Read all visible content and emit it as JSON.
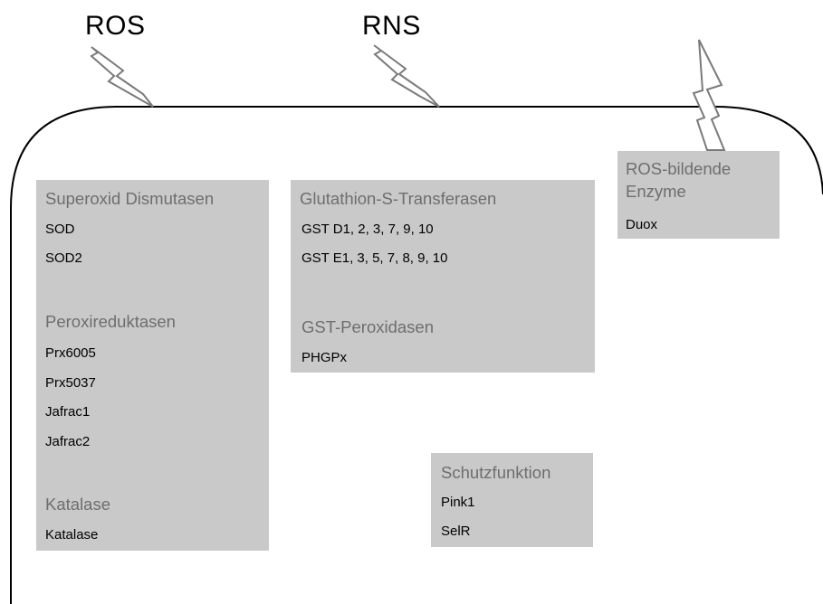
{
  "stimuli": {
    "ros_label": "ROS",
    "rns_label": "RNS"
  },
  "boxes": {
    "superoxide": {
      "heading": "Superoxid Dismutasen",
      "items": [
        "SOD",
        "SOD2"
      ],
      "heading2": "Peroxireduktasen",
      "items2": [
        "Prx6005",
        "Prx5037",
        "Jafrac1",
        "Jafrac2"
      ],
      "heading3": "Katalase",
      "items3": [
        "Katalase"
      ]
    },
    "gst": {
      "heading": "Glutathion-S-Transferasen",
      "items": [
        "GST D1, 2, 3, 7, 9, 10",
        "GST E1, 3, 5, 7, 8, 9, 10"
      ],
      "heading2": "GST-Peroxidasen",
      "items2": [
        "PHGPx"
      ]
    },
    "ros_enzymes": {
      "heading_line1": "ROS-bildende",
      "heading_line2": "Enzyme",
      "items": [
        "Duox"
      ]
    },
    "protection": {
      "heading": "Schutzfunktion",
      "items": [
        "Pink1",
        "SelR"
      ]
    }
  },
  "colors": {
    "box_fill": "#c9c9c9",
    "heading_text": "#6e6e6e",
    "outline": "#000000",
    "bolt_stroke": "#7a7a7a"
  },
  "icons": [
    "lightning-bolt-icon",
    "lightning-bolt-icon",
    "lightning-bolt-icon"
  ]
}
